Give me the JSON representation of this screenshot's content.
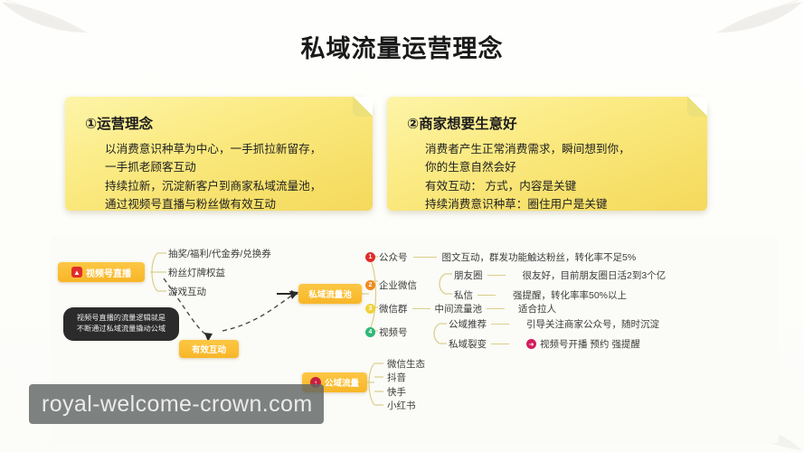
{
  "slide": {
    "title": "私域流量运营理念",
    "watermark": "royal-welcome-crown.com"
  },
  "cards": [
    {
      "heading": "①运营理念",
      "lines": [
        "以消费意识种草为中心，一手抓拉新留存，",
        " 一手抓老顾客互动",
        "持续拉新，沉淀新客户到商家私域流量池，",
        "通过视频号直播与粉丝做有效互动"
      ]
    },
    {
      "heading": "②商家想要生意好",
      "lines": [
        "消费者产生正常消费需求，瞬间想到你，",
        "你的生意自然会好",
        "有效互动：  方式，内容是关键",
        "持续消费意识种草：圈住用户是关键"
      ]
    }
  ],
  "map": {
    "nodes": {
      "live": "视频号直播",
      "pool": "私域流量池",
      "interaction": "有效互动",
      "public": "公域流量"
    },
    "tooltip": [
      "视频号直播的流量逻辑就是",
      "不断通过私域流量撬动公域"
    ],
    "live_tips": [
      "抽奖/福利/代金券/兑换券",
      "粉丝灯牌权益",
      "游戏互动"
    ],
    "channels": [
      {
        "index": "1",
        "color": "#e02b2b",
        "label": "公众号",
        "subs": [
          {
            "name": "",
            "desc": "图文互动，群发功能触达粉丝，转化率不足5%"
          }
        ]
      },
      {
        "index": "2",
        "color": "#f08a1e",
        "label": "企业微信",
        "subs": [
          {
            "name": "朋友圈",
            "desc": "很友好，目前朋友圈日活2到3个亿"
          },
          {
            "name": "私信",
            "desc": "强提醒，转化率率50%以上"
          }
        ]
      },
      {
        "index": "3",
        "color": "#f2d23a",
        "label": "微信群",
        "subs": [
          {
            "name": "中间流量池",
            "desc": "适合拉人"
          }
        ]
      },
      {
        "index": "4",
        "color": "#2fb878",
        "label": "视频号",
        "subs": [
          {
            "name": "公域推荐",
            "desc": "引导关注商家公众号，随时沉淀"
          },
          {
            "name": "私域裂变",
            "desc": "视频号开播 预约 强提醒",
            "icon": "arrow-right-icon"
          }
        ]
      }
    ],
    "public_items": [
      "微信生态",
      "抖音",
      "快手",
      "小红书"
    ]
  }
}
